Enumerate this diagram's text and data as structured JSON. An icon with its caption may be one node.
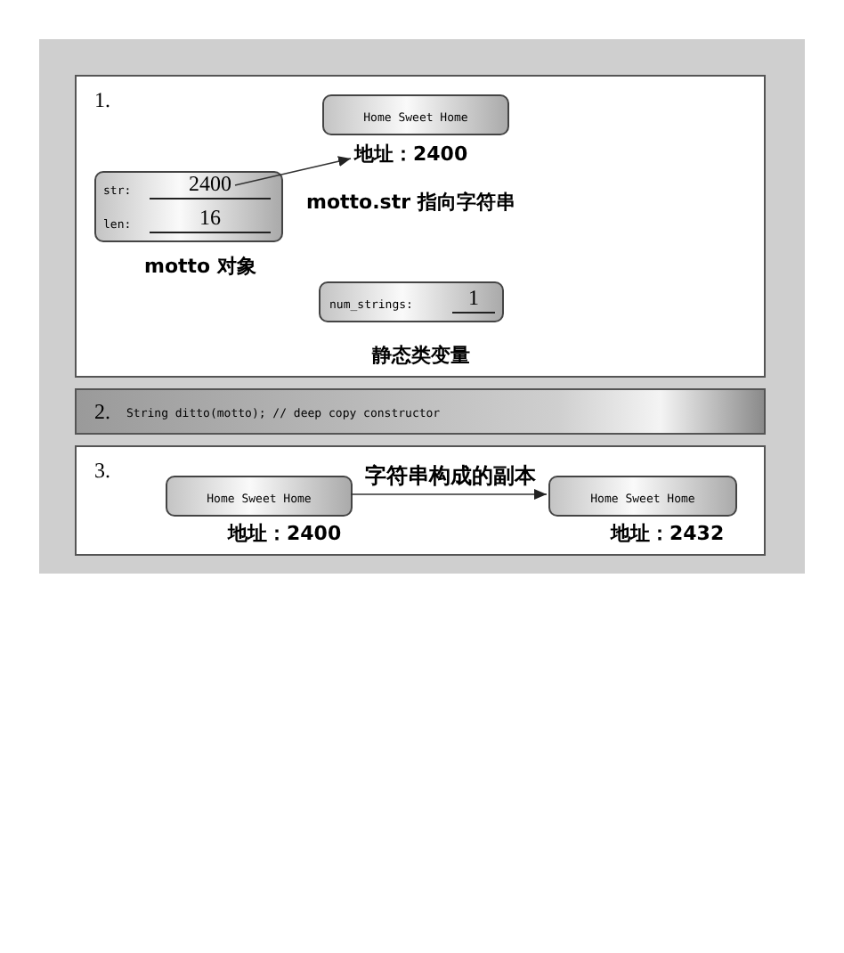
{
  "diagram": {
    "nodes": [
      {
        "text": [
          "1."
        ]
      },
      {
        "text": [
          "Home Sweet Home"
        ],
        "in": 0,
        "beside": [
          "地址：2400"
        ]
      },
      {
        "text": [
          "str:",
          "2400",
          "len:",
          "16"
        ],
        "in": 0,
        "beside": [
          "motto 对象"
        ]
      },
      {
        "text": [
          "num_strings:",
          "1"
        ],
        "in": 0,
        "beside": [
          "静态类变量"
        ]
      },
      {
        "text": [
          "2.",
          "String ditto(motto); // deep copy constructor"
        ]
      },
      {
        "text": [
          "3."
        ]
      },
      {
        "text": [
          "Home Sweet Home"
        ],
        "in": 5,
        "beside": [
          "地址：2400"
        ]
      },
      {
        "text": [
          "Home Sweet Home"
        ],
        "in": 5,
        "beside": [
          "地址：2432"
        ]
      }
    ],
    "edges": [
      {
        "from": 2,
        "to": 1,
        "arrow": "to"
      },
      {
        "from": 6,
        "to": 7,
        "arrow": "to",
        "label": "字符串构成的副本"
      }
    ],
    "labels": [
      "motto.str 指向字符串"
    ]
  }
}
